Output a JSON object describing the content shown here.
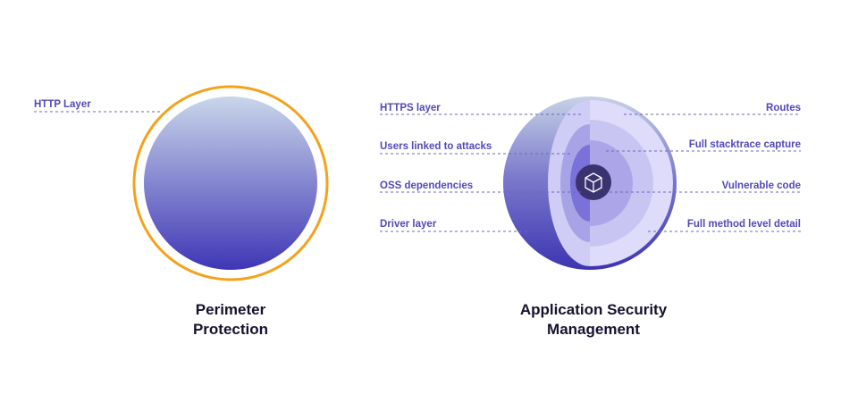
{
  "perimeter": {
    "title_line1": "Perimeter",
    "title_line2": "Protection",
    "label": "HTTP Layer"
  },
  "asm": {
    "title_line1": "Application Security",
    "title_line2": "Management",
    "left_labels": [
      "HTTPS layer",
      "Users linked to attacks",
      "OSS dependencies",
      "Driver layer"
    ],
    "right_labels": [
      "Routes",
      "Full stacktrace capture",
      "Vulnerable code",
      "Full method level detail"
    ],
    "core_icon": "cube-icon"
  },
  "colors": {
    "ring": "#f5a21b",
    "label": "#5148b8",
    "title": "#16112e",
    "gradient_top": "#c9d6ea",
    "gradient_bottom": "#3f36b5"
  }
}
